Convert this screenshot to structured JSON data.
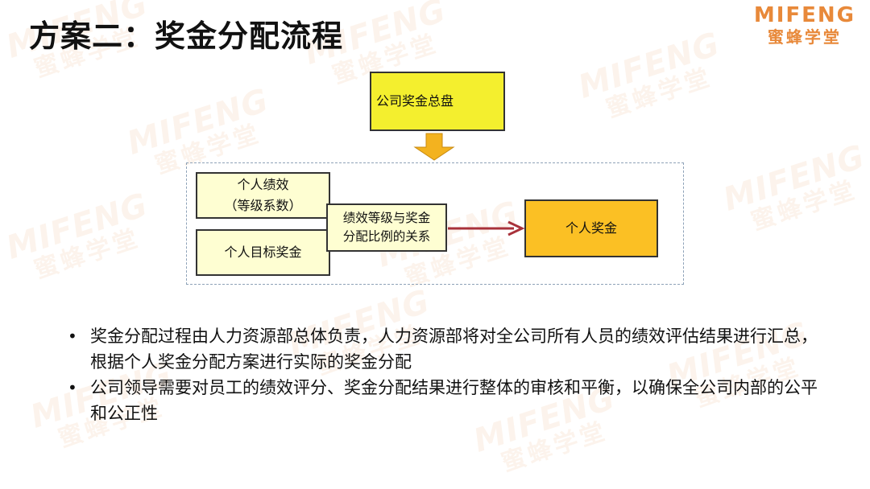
{
  "logo": {
    "english": "MIFENG",
    "chinese": "蜜蜂学堂"
  },
  "title": "方案二：奖金分配流程",
  "diagram": {
    "top_node": "公司奖金总盘",
    "perf_line1": "个人绩效",
    "perf_line2": "（等级系数）",
    "target_node": "个人目标奖金",
    "relation_line1": "绩效等级与奖金",
    "relation_line2": "分配比例的关系",
    "result_node": "个人奖金"
  },
  "bullets": [
    "奖金分配过程由人力资源部总体负责，人力资源部将对全公司所有人员的绩效评估结果进行汇总，根据个人奖金分配方案进行实际的奖金分配",
    "公司领导需要对员工的绩效评分、奖金分配结果进行整体的审核和平衡，以确保全公司内部的公平和公正性"
  ],
  "colors": {
    "accent_orange": "#e8893a",
    "box_yellow": "#f4ef2e",
    "box_cream": "#fefed2",
    "box_orange": "#fbc024",
    "arrow_red": "#a8313a",
    "arrow_down": "#f3b21f"
  }
}
